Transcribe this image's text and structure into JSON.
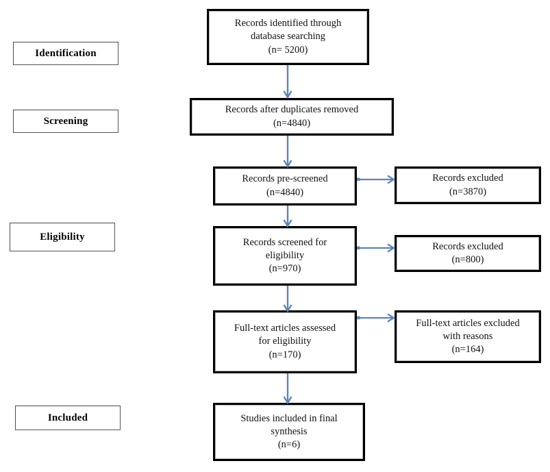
{
  "diagram": {
    "title": "PRISMA study selection flow diagram",
    "accent_color": "#5b85b5",
    "box_border_color": "#000000",
    "background_color": "#ffffff"
  },
  "stages": [
    {
      "label": "Identification"
    },
    {
      "label": "Screening"
    },
    {
      "label": "Eligibility"
    },
    {
      "label": "Included"
    }
  ],
  "boxes": {
    "identified": {
      "line1": "Records identified through",
      "line2": "database searching",
      "count": "(n= 5200)",
      "text": "Records identified through\ndatabase searching\n(n= 5200)"
    },
    "duplicates_removed": {
      "line1": "Records after duplicates removed",
      "count": "(n=4840)",
      "text": "Records after duplicates removed\n(n=4840)"
    },
    "pre_screened": {
      "line1": "Records pre-screened",
      "count": "(n=4840)",
      "text": "Records pre-screened\n(n=4840)"
    },
    "excluded_1": {
      "line1": "Records excluded",
      "count": "(n=3870)",
      "text": "Records excluded\n(n=3870)"
    },
    "screened_eligibility": {
      "line1": "Records screened for",
      "line2": "eligibility",
      "count": "(n=970)",
      "text": "Records screened for\neligibility\n(n=970)"
    },
    "excluded_2": {
      "line1": "Records excluded",
      "count": "(n=800)",
      "text": "Records excluded\n(n=800)"
    },
    "fulltext_assessed": {
      "line1": "Full-text articles assessed",
      "line2": "for eligibility",
      "count": "(n=170)",
      "text": "Full-text articles assessed\nfor eligibility\n(n=170)"
    },
    "fulltext_excluded": {
      "line1": "Full-text articles excluded",
      "line2": "with reasons",
      "count": "(n=164)",
      "text": "Full-text articles excluded\nwith reasons\n(n=164)"
    },
    "included_final": {
      "line1": "Studies included in final",
      "line2": "synthesis",
      "count": "(n=6)",
      "text": "Studies included in final\nsynthesis\n(n=6)"
    }
  },
  "chart_data": {
    "type": "diagram",
    "title": "PRISMA flow diagram",
    "nodes": [
      {
        "id": "identified",
        "stage": "Identification",
        "label": "Records identified through database searching",
        "n": 5200
      },
      {
        "id": "duplicates_removed",
        "stage": "Screening",
        "label": "Records after duplicates removed",
        "n": 4840
      },
      {
        "id": "pre_screened",
        "stage": "Screening",
        "label": "Records pre-screened",
        "n": 4840
      },
      {
        "id": "excluded_1",
        "stage": "Screening",
        "label": "Records excluded",
        "n": 3870
      },
      {
        "id": "screened_eligibility",
        "stage": "Eligibility",
        "label": "Records screened for eligibility",
        "n": 970
      },
      {
        "id": "excluded_2",
        "stage": "Eligibility",
        "label": "Records excluded",
        "n": 800
      },
      {
        "id": "fulltext_assessed",
        "stage": "Eligibility",
        "label": "Full-text articles assessed for eligibility",
        "n": 170
      },
      {
        "id": "fulltext_excluded",
        "stage": "Eligibility",
        "label": "Full-text articles excluded with reasons",
        "n": 164
      },
      {
        "id": "included_final",
        "stage": "Included",
        "label": "Studies included in final synthesis",
        "n": 6
      }
    ],
    "edges": [
      {
        "from": "identified",
        "to": "duplicates_removed",
        "direction": "down"
      },
      {
        "from": "duplicates_removed",
        "to": "pre_screened",
        "direction": "down"
      },
      {
        "from": "pre_screened",
        "to": "excluded_1",
        "direction": "right"
      },
      {
        "from": "pre_screened",
        "to": "screened_eligibility",
        "direction": "down"
      },
      {
        "from": "screened_eligibility",
        "to": "excluded_2",
        "direction": "right"
      },
      {
        "from": "screened_eligibility",
        "to": "fulltext_assessed",
        "direction": "down"
      },
      {
        "from": "fulltext_assessed",
        "to": "fulltext_excluded",
        "direction": "right"
      },
      {
        "from": "fulltext_assessed",
        "to": "included_final",
        "direction": "down"
      }
    ]
  }
}
